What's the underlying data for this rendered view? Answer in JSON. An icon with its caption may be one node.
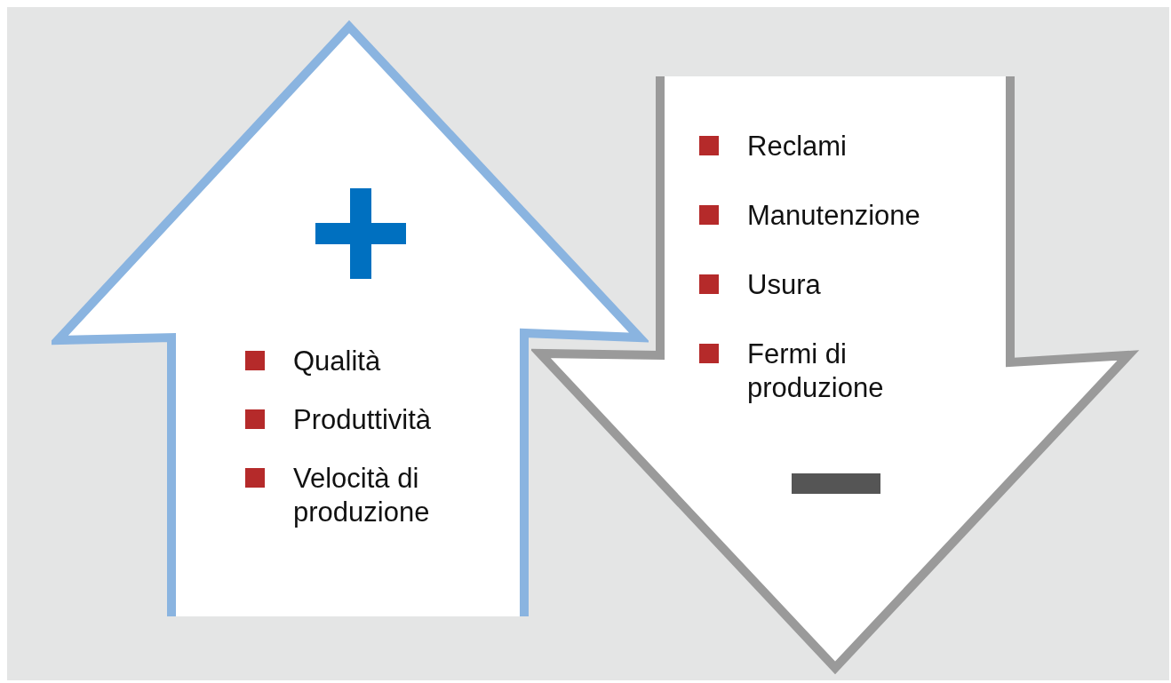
{
  "diagram": {
    "nodes": [
      {
        "text": [
          "Qualità",
          "Produttività",
          "Velocità di produzione"
        ]
      },
      {
        "text": [
          "Reclami",
          "Manutenzione",
          "Usura",
          "Fermi di produzione"
        ]
      }
    ]
  }
}
